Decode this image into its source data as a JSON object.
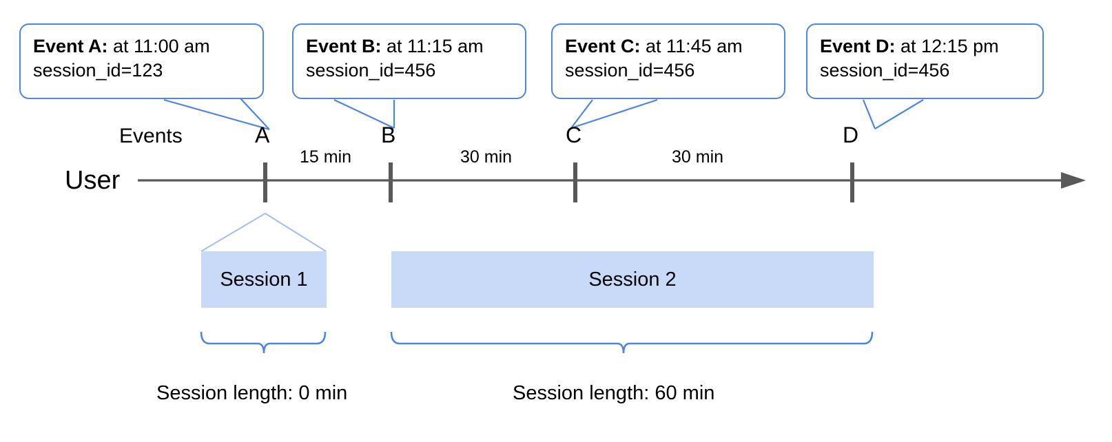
{
  "diagram": {
    "title_row_label": "Events",
    "actor_label": "User",
    "callouts": [
      {
        "id": "A",
        "bold": "Event A:",
        "time_text": " at 11:00 am",
        "session_line": "session_id=123"
      },
      {
        "id": "B",
        "bold": "Event B:",
        "time_text": " at 11:15 am",
        "session_line": "session_id=456"
      },
      {
        "id": "C",
        "bold": "Event C:",
        "time_text": " at 11:45 am",
        "session_line": "session_id=456"
      },
      {
        "id": "D",
        "bold": "Event D:",
        "time_text": " at 12:15 pm",
        "session_line": "session_id=456"
      }
    ],
    "event_markers": [
      {
        "label": "A"
      },
      {
        "label": "B"
      },
      {
        "label": "C"
      },
      {
        "label": "D"
      }
    ],
    "durations": [
      {
        "label": "15 min"
      },
      {
        "label": "30 min"
      },
      {
        "label": "30 min"
      }
    ],
    "sessions": [
      {
        "label": "Session 1",
        "length_label": "Session length: 0 min"
      },
      {
        "label": "Session 2",
        "length_label": "Session length: 60 min"
      }
    ],
    "colors": {
      "callout_border": "#4a86e8",
      "leader_line": "#4a86e8",
      "brace": "#4a86e8",
      "session_fill": "#c9daf8",
      "axis": "#595959",
      "funnel": "#9fc0f0",
      "text": "#000000",
      "background": "#ffffff"
    }
  }
}
